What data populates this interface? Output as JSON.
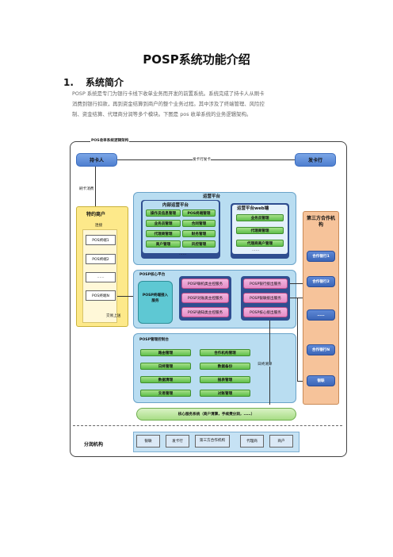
{
  "doc": {
    "title": "POSP系统功能介绍",
    "section_num": "1.",
    "section_title": "系统简介",
    "paragraph_lines": [
      "POSP 系统是专门为银行卡线下收单业务而开发的前置系统。系统完成了持卡人从刷卡",
      "消费到银行扣款，再到资金结算到商户的整个业务过程。其中涉及了终端管理、风险控",
      "制、资金结算、代理商分润等多个模块。下图是 pos 收单系统的业务逻辑架构。"
    ]
  },
  "diagram": {
    "frame_label": "POS收单系统逻辑架构",
    "cardholder": "持卡人",
    "issuer": "发卡行",
    "issuer_link": "发卡行发卡",
    "swipe": "刷卡消费",
    "merchant": {
      "title": "特约商户",
      "sublabel": "连接",
      "terminals": [
        "POS终端1",
        "POS终端2",
        "……",
        "POS终端N"
      ]
    },
    "trade_upload": "交易上送",
    "ops": {
      "title": "运营平台",
      "internal_title": "内部运营平台",
      "internal_items": [
        "操作员信息管理",
        "POS终端管理",
        "业务员管理",
        "合同管理",
        "代理商管理",
        "财务管理",
        "商户管理",
        "风控管理"
      ],
      "internal_more": "……",
      "web_title": "运营平台web端",
      "web_items": [
        "业务员管理",
        "代理商管理",
        "代理商商户管理"
      ],
      "web_more": "……"
    },
    "core": {
      "title": "POSP核心平台",
      "access": "POSP终端接入服务",
      "left_services": [
        "POSP联机类主控服务",
        "POSP对账类主控服务",
        "POSP通知类主控服务"
      ],
      "right_services": [
        "POSP银行接出服务",
        "POSP银联接出服务",
        "POSP核心接出服务"
      ]
    },
    "console": {
      "title": "POSP管理控制台",
      "items": [
        "路由管理",
        "合作机构管理",
        "日终管理",
        "数据备份",
        "数据清理",
        "报表管理",
        "交易管理",
        "对账管理"
      ]
    },
    "day_end": "日终清算",
    "third": {
      "title": "第三方合作机构",
      "banks": [
        "合作银行1",
        "合作银行2",
        "……",
        "合作银行N",
        "银联"
      ]
    },
    "core_service": "核心服务系统（商户清算，手续费分润，……）",
    "profit_label": "分润机构",
    "profit_items": [
      "银联",
      "发卡行",
      "第三方合作机构",
      "代理商",
      "商户"
    ]
  }
}
